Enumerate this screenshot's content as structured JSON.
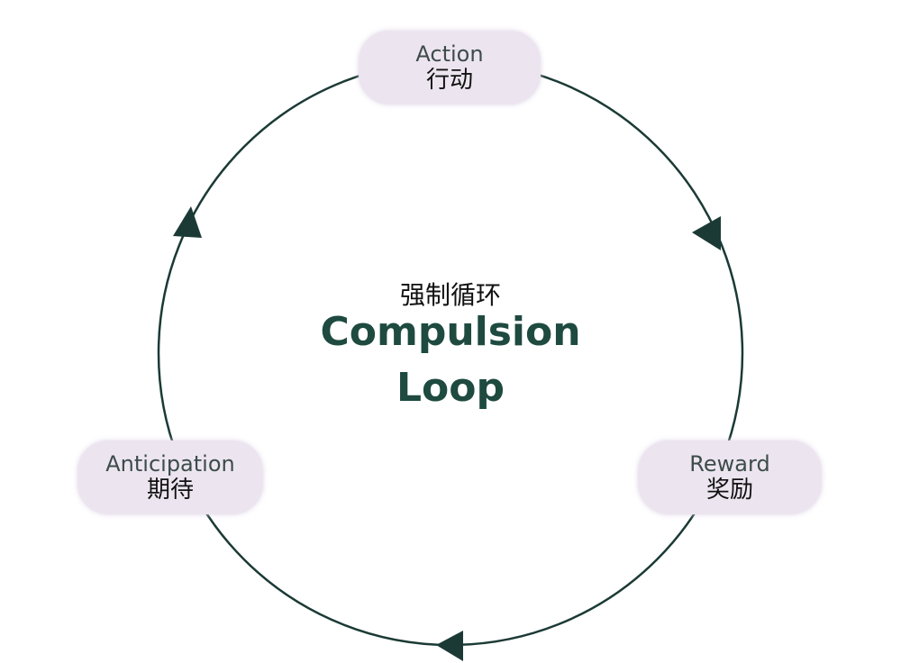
{
  "center": {
    "subtitle_zh": "强制循环",
    "title_line1": "Compulsion",
    "title_line2": "Loop"
  },
  "nodes": {
    "action": {
      "en": "Action",
      "zh": "行动"
    },
    "reward": {
      "en": "Reward",
      "zh": "奖励"
    },
    "anticipation": {
      "en": "Anticipation",
      "zh": "期待"
    }
  },
  "colors": {
    "ring": "#1b3a35",
    "node_fill": "#ece5f0",
    "title": "#1e4a40"
  },
  "icons": {
    "arrows": [
      "arrowhead-right-top",
      "arrowhead-bottom",
      "arrowhead-left-top"
    ]
  }
}
